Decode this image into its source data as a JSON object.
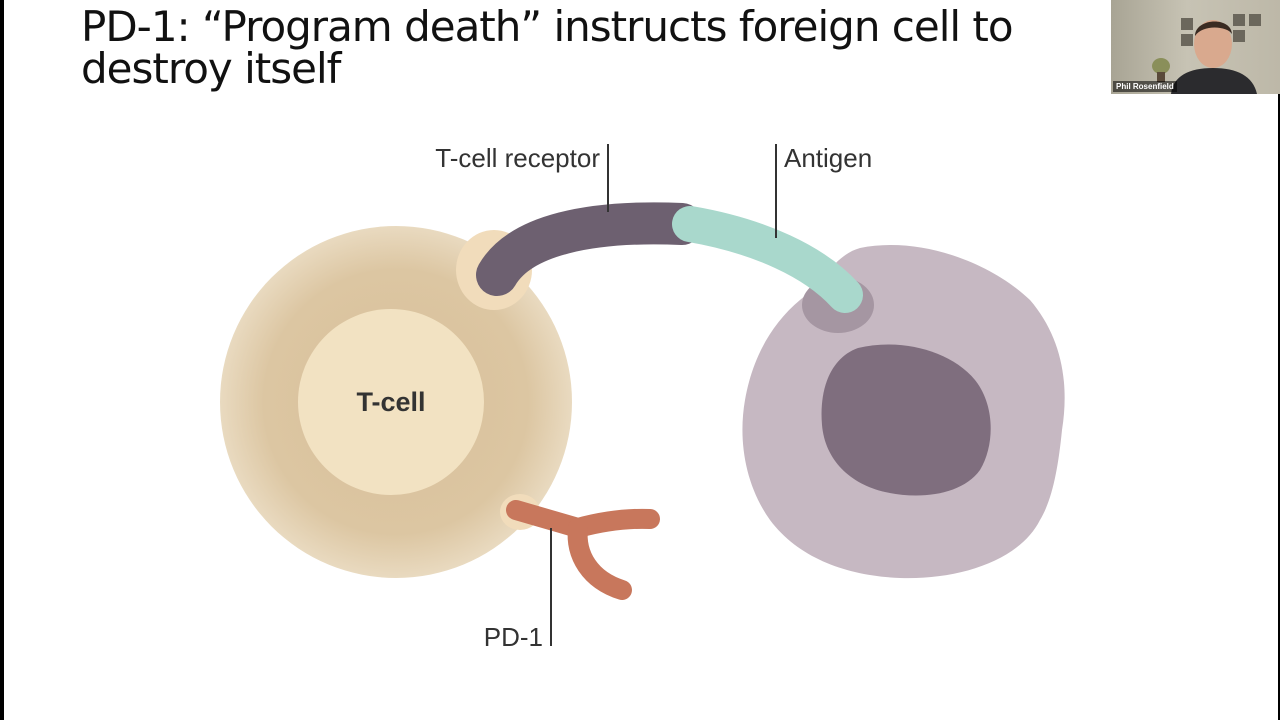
{
  "slide": {
    "title_line1": "PD-1: “Program death” instructs foreign cell to",
    "title_line2": "destroy itself"
  },
  "diagram": {
    "labels": {
      "t_cell_receptor": "T-cell receptor",
      "antigen": "Antigen",
      "t_cell": "T-cell",
      "pd1": "PD-1"
    },
    "colors": {
      "t_cell_outer": "#e3cfad",
      "t_cell_inner": "#f2e2c2",
      "receptor": "#6d6070",
      "antigen": "#a9d8cc",
      "foreign_cell": "#c6b8c2",
      "nucleus": "#7f6e7e",
      "pd1": "#c8775c"
    }
  },
  "video": {
    "participant_name": "Phil Rosenfield"
  }
}
